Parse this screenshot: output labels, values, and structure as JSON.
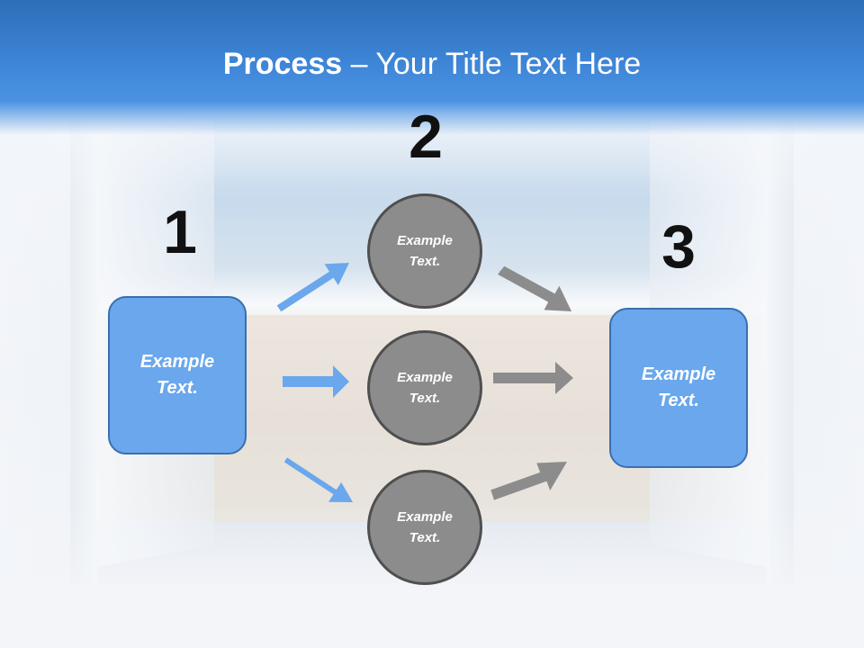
{
  "slide": {
    "title_bold": "Process",
    "title_rest": " – Your Title Text Here"
  },
  "steps": [
    {
      "number": "1"
    },
    {
      "number": "2"
    },
    {
      "number": "3"
    }
  ],
  "boxes": [
    {
      "line1": "Example",
      "line2": "Text."
    },
    {
      "line1": "Example",
      "line2": "Text."
    }
  ],
  "circles": [
    {
      "line1": "Example",
      "line2": "Text."
    },
    {
      "line1": "Example",
      "line2": "Text."
    },
    {
      "line1": "Example",
      "line2": "Text."
    }
  ],
  "colors": {
    "header": "#3d84d6",
    "box_fill": "#6aa7ec",
    "circle_fill": "#8c8c8c",
    "arrow_in": "#6aa7ec",
    "arrow_out": "#8c8c8c"
  }
}
